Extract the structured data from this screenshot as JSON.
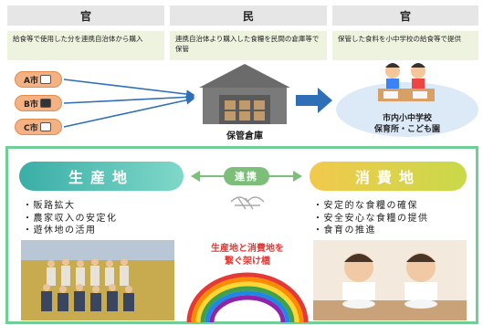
{
  "columns": [
    {
      "header": "官",
      "desc": "給食等で使用した分を連携自治体から購入"
    },
    {
      "header": "民",
      "desc": "連携自治体より購入した食糧を民間の倉庫等で保管"
    },
    {
      "header": "官",
      "desc": "保管した食料を小中学校の給食等で提供"
    }
  ],
  "cities": [
    "A市",
    "B市",
    "C市"
  ],
  "warehouse_label": "保管倉庫",
  "school_label_1": "市内小中学校",
  "school_label_2": "保育所・こども園",
  "producer": {
    "title": "生産地",
    "bullets": [
      "販路拡大",
      "農家収入の安定化",
      "遊休地の活用"
    ]
  },
  "consumer": {
    "title": "消費地",
    "bullets": [
      "安定的な食糧の確保",
      "安全安心な食糧の提供",
      "食育の推進"
    ]
  },
  "link_label": "連携",
  "bridge_line1": "生産地と消費地を",
  "bridge_line2": "繋ぐ架け橋",
  "colors": {
    "producer": "#4dc3c3",
    "consumer": "#f2c94c",
    "panel_border": "#6fcf97",
    "arrow": "#2e6fb7",
    "header_bg": "#e6e6e6",
    "desc_bg": "#eef3df"
  }
}
